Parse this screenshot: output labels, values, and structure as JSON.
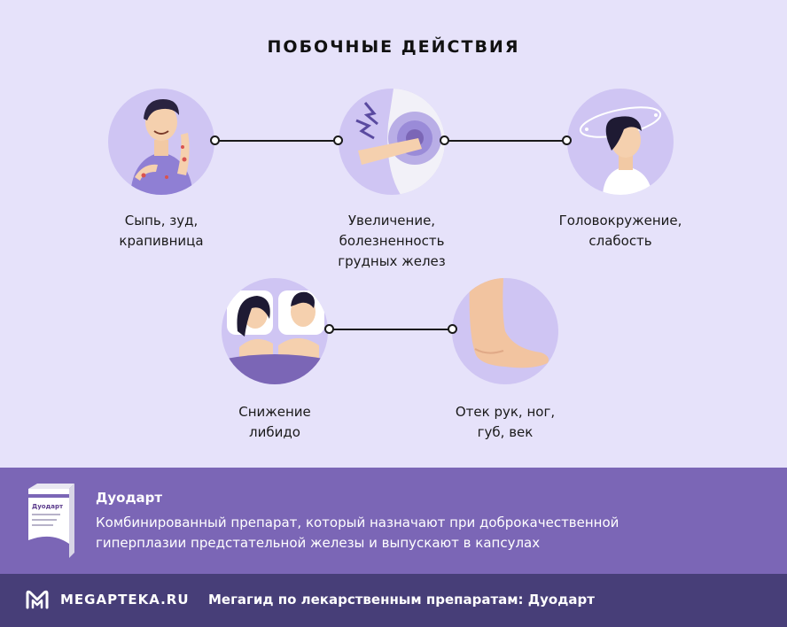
{
  "title": "ПОБОЧНЫЕ ДЕЙСТВИЯ",
  "effects": [
    {
      "line1": "Сыпь, зуд,",
      "line2": "крапивница",
      "line3": ""
    },
    {
      "line1": "Увеличение,",
      "line2": "болезненность",
      "line3": "грудных желез"
    },
    {
      "line1": "Головокружение,",
      "line2": "слабость",
      "line3": ""
    },
    {
      "line1": "Снижение",
      "line2": "либидо",
      "line3": ""
    },
    {
      "line1": "Отек рук, ног,",
      "line2": "губ, век",
      "line3": ""
    }
  ],
  "product": {
    "name": "Дуодарт",
    "desc_line1": "Комбинированный препарат, который назначают при доброкачественной",
    "desc_line2": "гиперплазии предстательной железы и выпускают в капсулах",
    "box_label": "Дуодарт"
  },
  "footer": {
    "logo": "MEGAPTEKA.RU",
    "text": "Мегагид по лекарственным препаратам: Дуодарт"
  },
  "colors": {
    "background": "#e6e2fa",
    "circle": "#cfc5f3",
    "product_band": "#7b66b6",
    "footer_band": "#473e78"
  }
}
